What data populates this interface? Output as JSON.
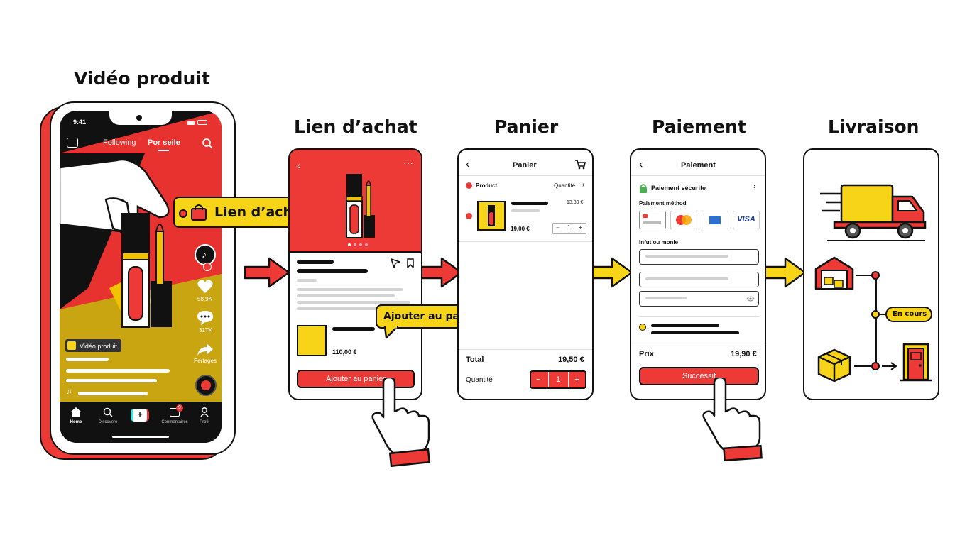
{
  "steps": {
    "video": "Vidéo produit",
    "link": "Lien d’achat",
    "cart": "Panier",
    "payment": "Paiement",
    "delivery": "Livraison"
  },
  "phone": {
    "time": "9:41",
    "tab_following": "Following",
    "tab_active": "Por seile",
    "likes": "58,9K",
    "comments": "31TK",
    "share": "Pertages",
    "video_tag": "Vidéo produit",
    "nav": [
      "Home",
      "Discovere",
      "",
      "Conmentaires",
      "Profil"
    ],
    "notif_count": "9",
    "link_tag": "Lien d’achat"
  },
  "product_page": {
    "price": "110,00 €",
    "button": "Ajouter au panier",
    "callout": "Ajouter au panier"
  },
  "cart": {
    "header": "Panier",
    "col_product": "Product",
    "col_qty": "Quantité",
    "item_price": "13,80 €",
    "item_total": "19,00 €",
    "item_qty": "1",
    "total_label": "Total",
    "total_value": "19,50 €",
    "qty_label": "Quantité",
    "qty_value": "1",
    "minus": "−",
    "plus": "+"
  },
  "payment": {
    "header": "Paiement",
    "secure": "Paiement sécurife",
    "method": "Paiement méthod",
    "visa": "VISA",
    "section": "Infut ou monie",
    "price_label": "Prix",
    "price_value": "19,90 €",
    "button": "Successif"
  },
  "delivery": {
    "status": "En cours"
  },
  "colors": {
    "red": "#ee3a37",
    "yellow": "#f7d417",
    "black": "#111111"
  }
}
